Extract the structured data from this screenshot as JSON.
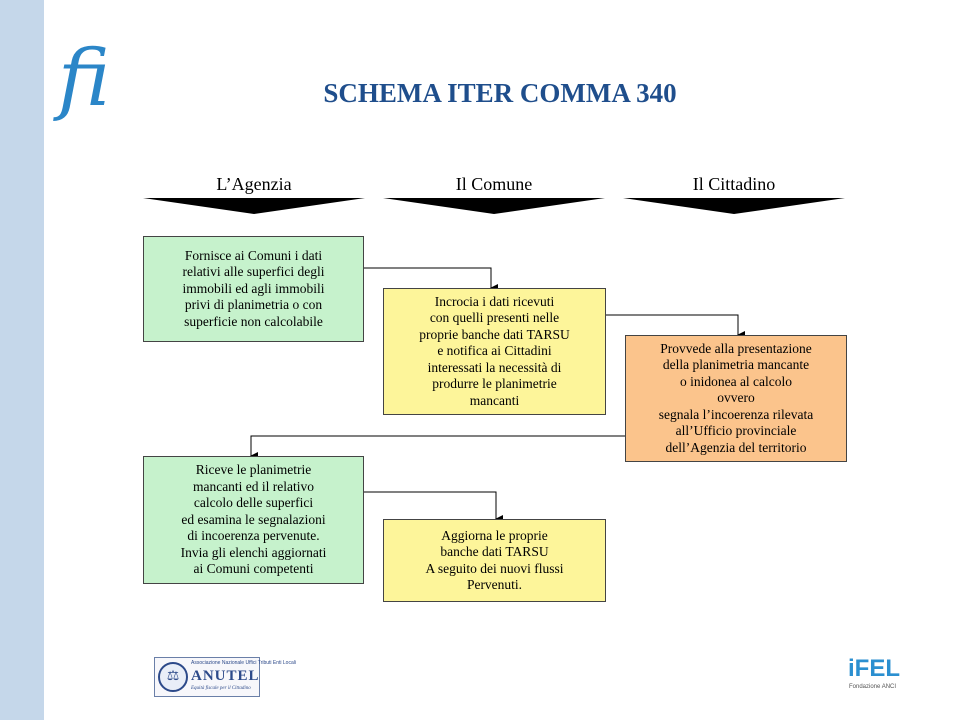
{
  "slide": {
    "title": "SCHEMA ITER COMMA 340",
    "logo_text": "fi"
  },
  "columns": [
    {
      "label": "L’Agenzia"
    },
    {
      "label": "Il Comune"
    },
    {
      "label": "Il Cittadino"
    }
  ],
  "steps": [
    {
      "text": "Fornisce ai Comuni i dati\nrelativi alle superfici degli\nimmobili ed agli immobili\nprivi di planimetria o con\nsuperficie non calcolabile",
      "color": "#c6f2cc"
    },
    {
      "text": "Incrocia i dati ricevuti\ncon quelli presenti nelle\nproprie banche dati TARSU\ne notifica ai Cittadini\ninteressati la necessità di\nprodurre le planimetrie\nmancanti",
      "color": "#fdf59a"
    },
    {
      "text": "Provvede alla presentazione\ndella planimetria mancante\no inidonea al calcolo\novvero\nsegnala l’incoerenza rilevata\nall’Ufficio provinciale\ndell’Agenzia del territorio",
      "color": "#fbc48c"
    },
    {
      "text": "Riceve le planimetrie\nmancanti ed il relativo\ncalcolo delle superfici\ned esamina le segnalazioni\ndi incoerenza pervenute.\nInvia gli elenchi aggiornati\nai Comuni competenti",
      "color": "#c6f2cc"
    },
    {
      "text": "Aggiorna le proprie\nbanche dati TARSU\nA seguito dei nuovi flussi\nPervenuti.",
      "color": "#fdf59a"
    }
  ],
  "footer": {
    "anutel": {
      "top_line": "Associazione Nazionale Uffici Tributi Enti Locali",
      "name": "ANUTEL",
      "tagline": "Equità fiscale per il Cittadino"
    },
    "ifel": {
      "name": "iFEL",
      "subtitle": "Fondazione ANCI"
    }
  },
  "colors": {
    "sidebar": "#c5d7ea",
    "title": "#1f4e8c",
    "agency_box": "#c6f2cc",
    "comune_box": "#fdf59a",
    "cittadino_box": "#fbc48c"
  }
}
